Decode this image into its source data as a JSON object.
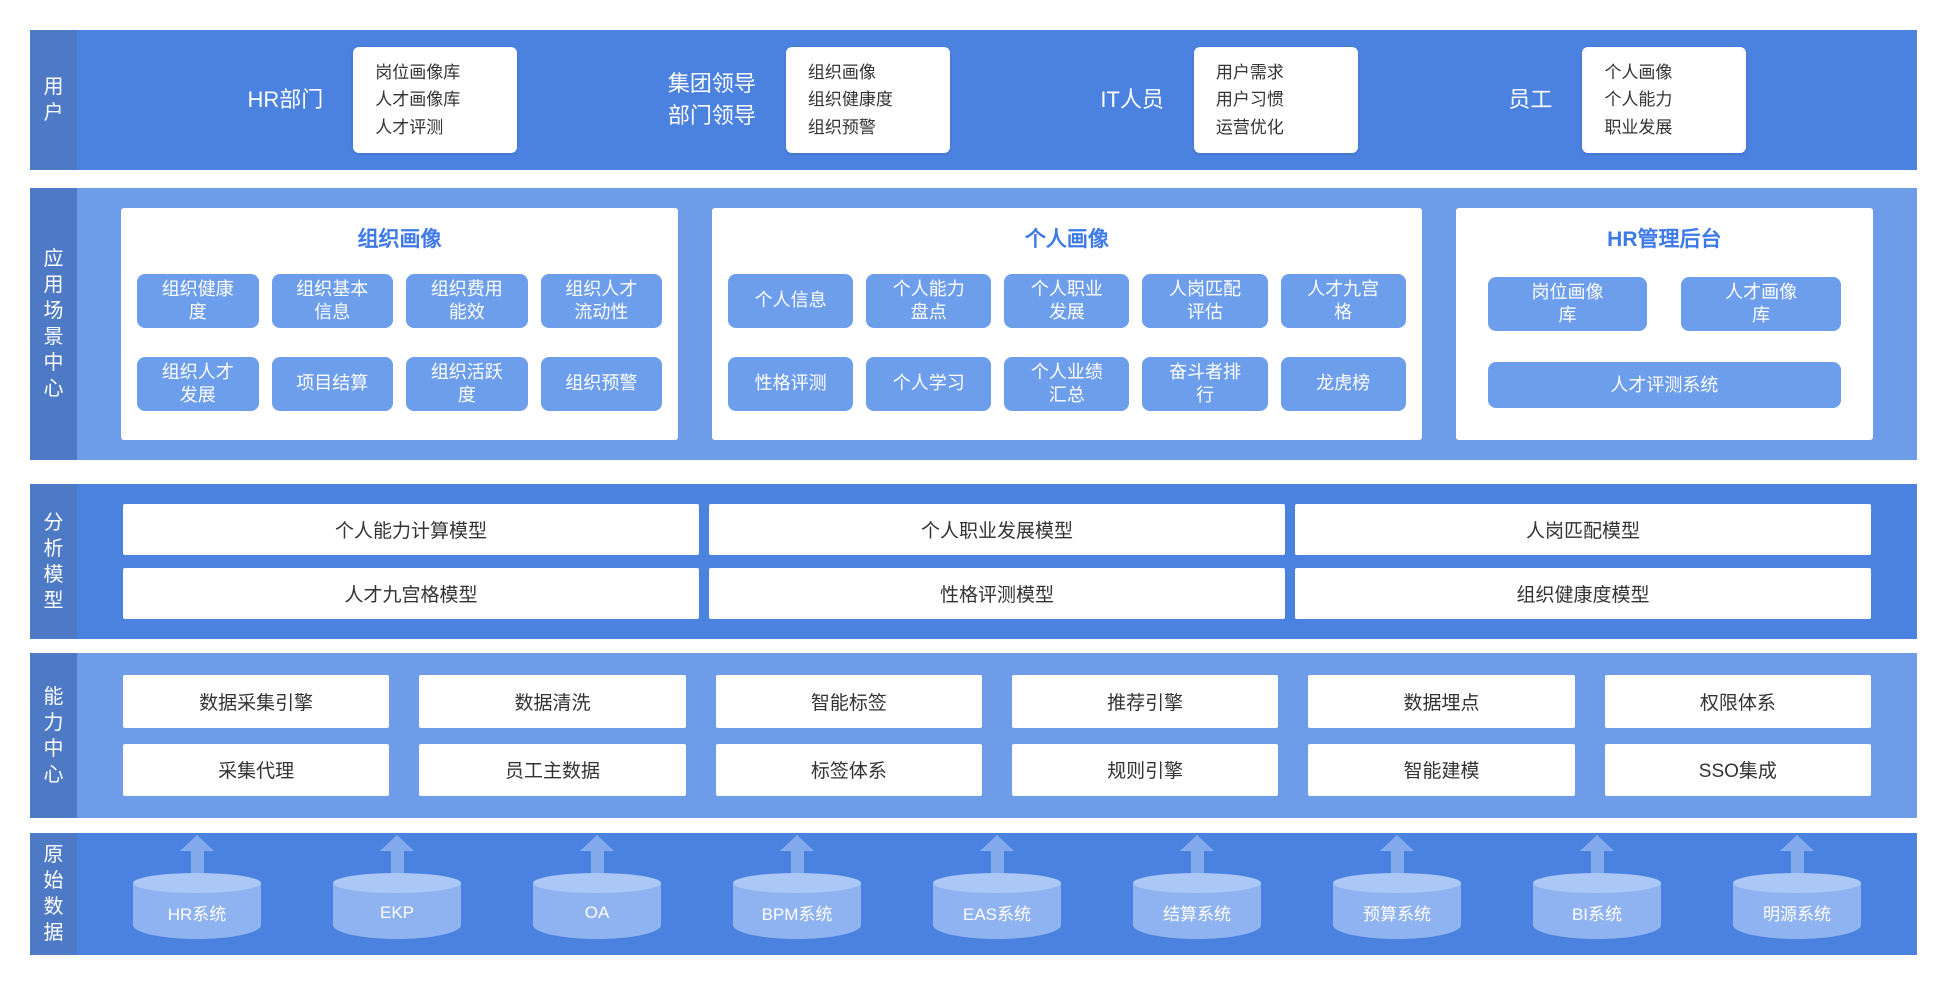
{
  "users_band": {
    "label": "用户",
    "groups": [
      {
        "name": "HR部门",
        "items": [
          "岗位画像库",
          "人才画像库",
          "人才评测"
        ]
      },
      {
        "name": "集团领导\n部门领导",
        "items": [
          "组织画像",
          "组织健康度",
          "组织预警"
        ]
      },
      {
        "name": "IT人员",
        "items": [
          "用户需求",
          "用户习惯",
          "运营优化"
        ]
      },
      {
        "name": "员工",
        "items": [
          "个人画像",
          "个人能力",
          "职业发展"
        ]
      }
    ]
  },
  "scenario_band": {
    "label": "应用场景中心",
    "panels": [
      {
        "title": "组织画像",
        "rows": [
          [
            "组织健康度",
            "组织基本信息",
            "组织费用能效",
            "组织人才流动性"
          ],
          [
            "组织人才发展",
            "项目结算",
            "组织活跃度",
            "组织预警"
          ]
        ]
      },
      {
        "title": "个人画像",
        "rows": [
          [
            "个人信息",
            "个人能力盘点",
            "个人职业发展",
            "人岗匹配评估",
            "人才九宫格"
          ],
          [
            "性格评测",
            "个人学习",
            "个人业绩汇总",
            "奋斗者排行",
            "龙虎榜"
          ]
        ]
      },
      {
        "title": "HR管理后台",
        "rows": [
          [
            "岗位画像库",
            "人才画像库"
          ],
          [
            "人才评测系统"
          ]
        ]
      }
    ]
  },
  "model_band": {
    "label": "分析模型",
    "rows": [
      [
        "个人能力计算模型",
        "个人职业发展模型",
        "人岗匹配模型"
      ],
      [
        "人才九宫格模型",
        "性格评测模型",
        "组织健康度模型"
      ]
    ]
  },
  "capability_band": {
    "label": "能力中心",
    "rows": [
      [
        "数据采集引擎",
        "数据清洗",
        "智能标签",
        "推荐引擎",
        "数据埋点",
        "权限体系"
      ],
      [
        "采集代理",
        "员工主数据",
        "标签体系",
        "规则引擎",
        "智能建模",
        "SSO集成"
      ]
    ]
  },
  "data_band": {
    "label": "原始数据",
    "systems": [
      "HR系统",
      "EKP",
      "OA",
      "BPM系统",
      "EAS系统",
      "结算系统",
      "预算系统",
      "BI系统",
      "明源系统"
    ]
  },
  "colors": {
    "label_column": "#4e79c5",
    "band_primary": "#4b81df",
    "band_light": "#6f9ce9",
    "chip_blue": "#6d9eeb",
    "panel_title_blue": "#3e79e8",
    "cylinder_blue": "#8fb2f0",
    "cylinder_top": "#abc7f5",
    "arrow_blue": "#84aaee",
    "card_text": "#333333"
  }
}
